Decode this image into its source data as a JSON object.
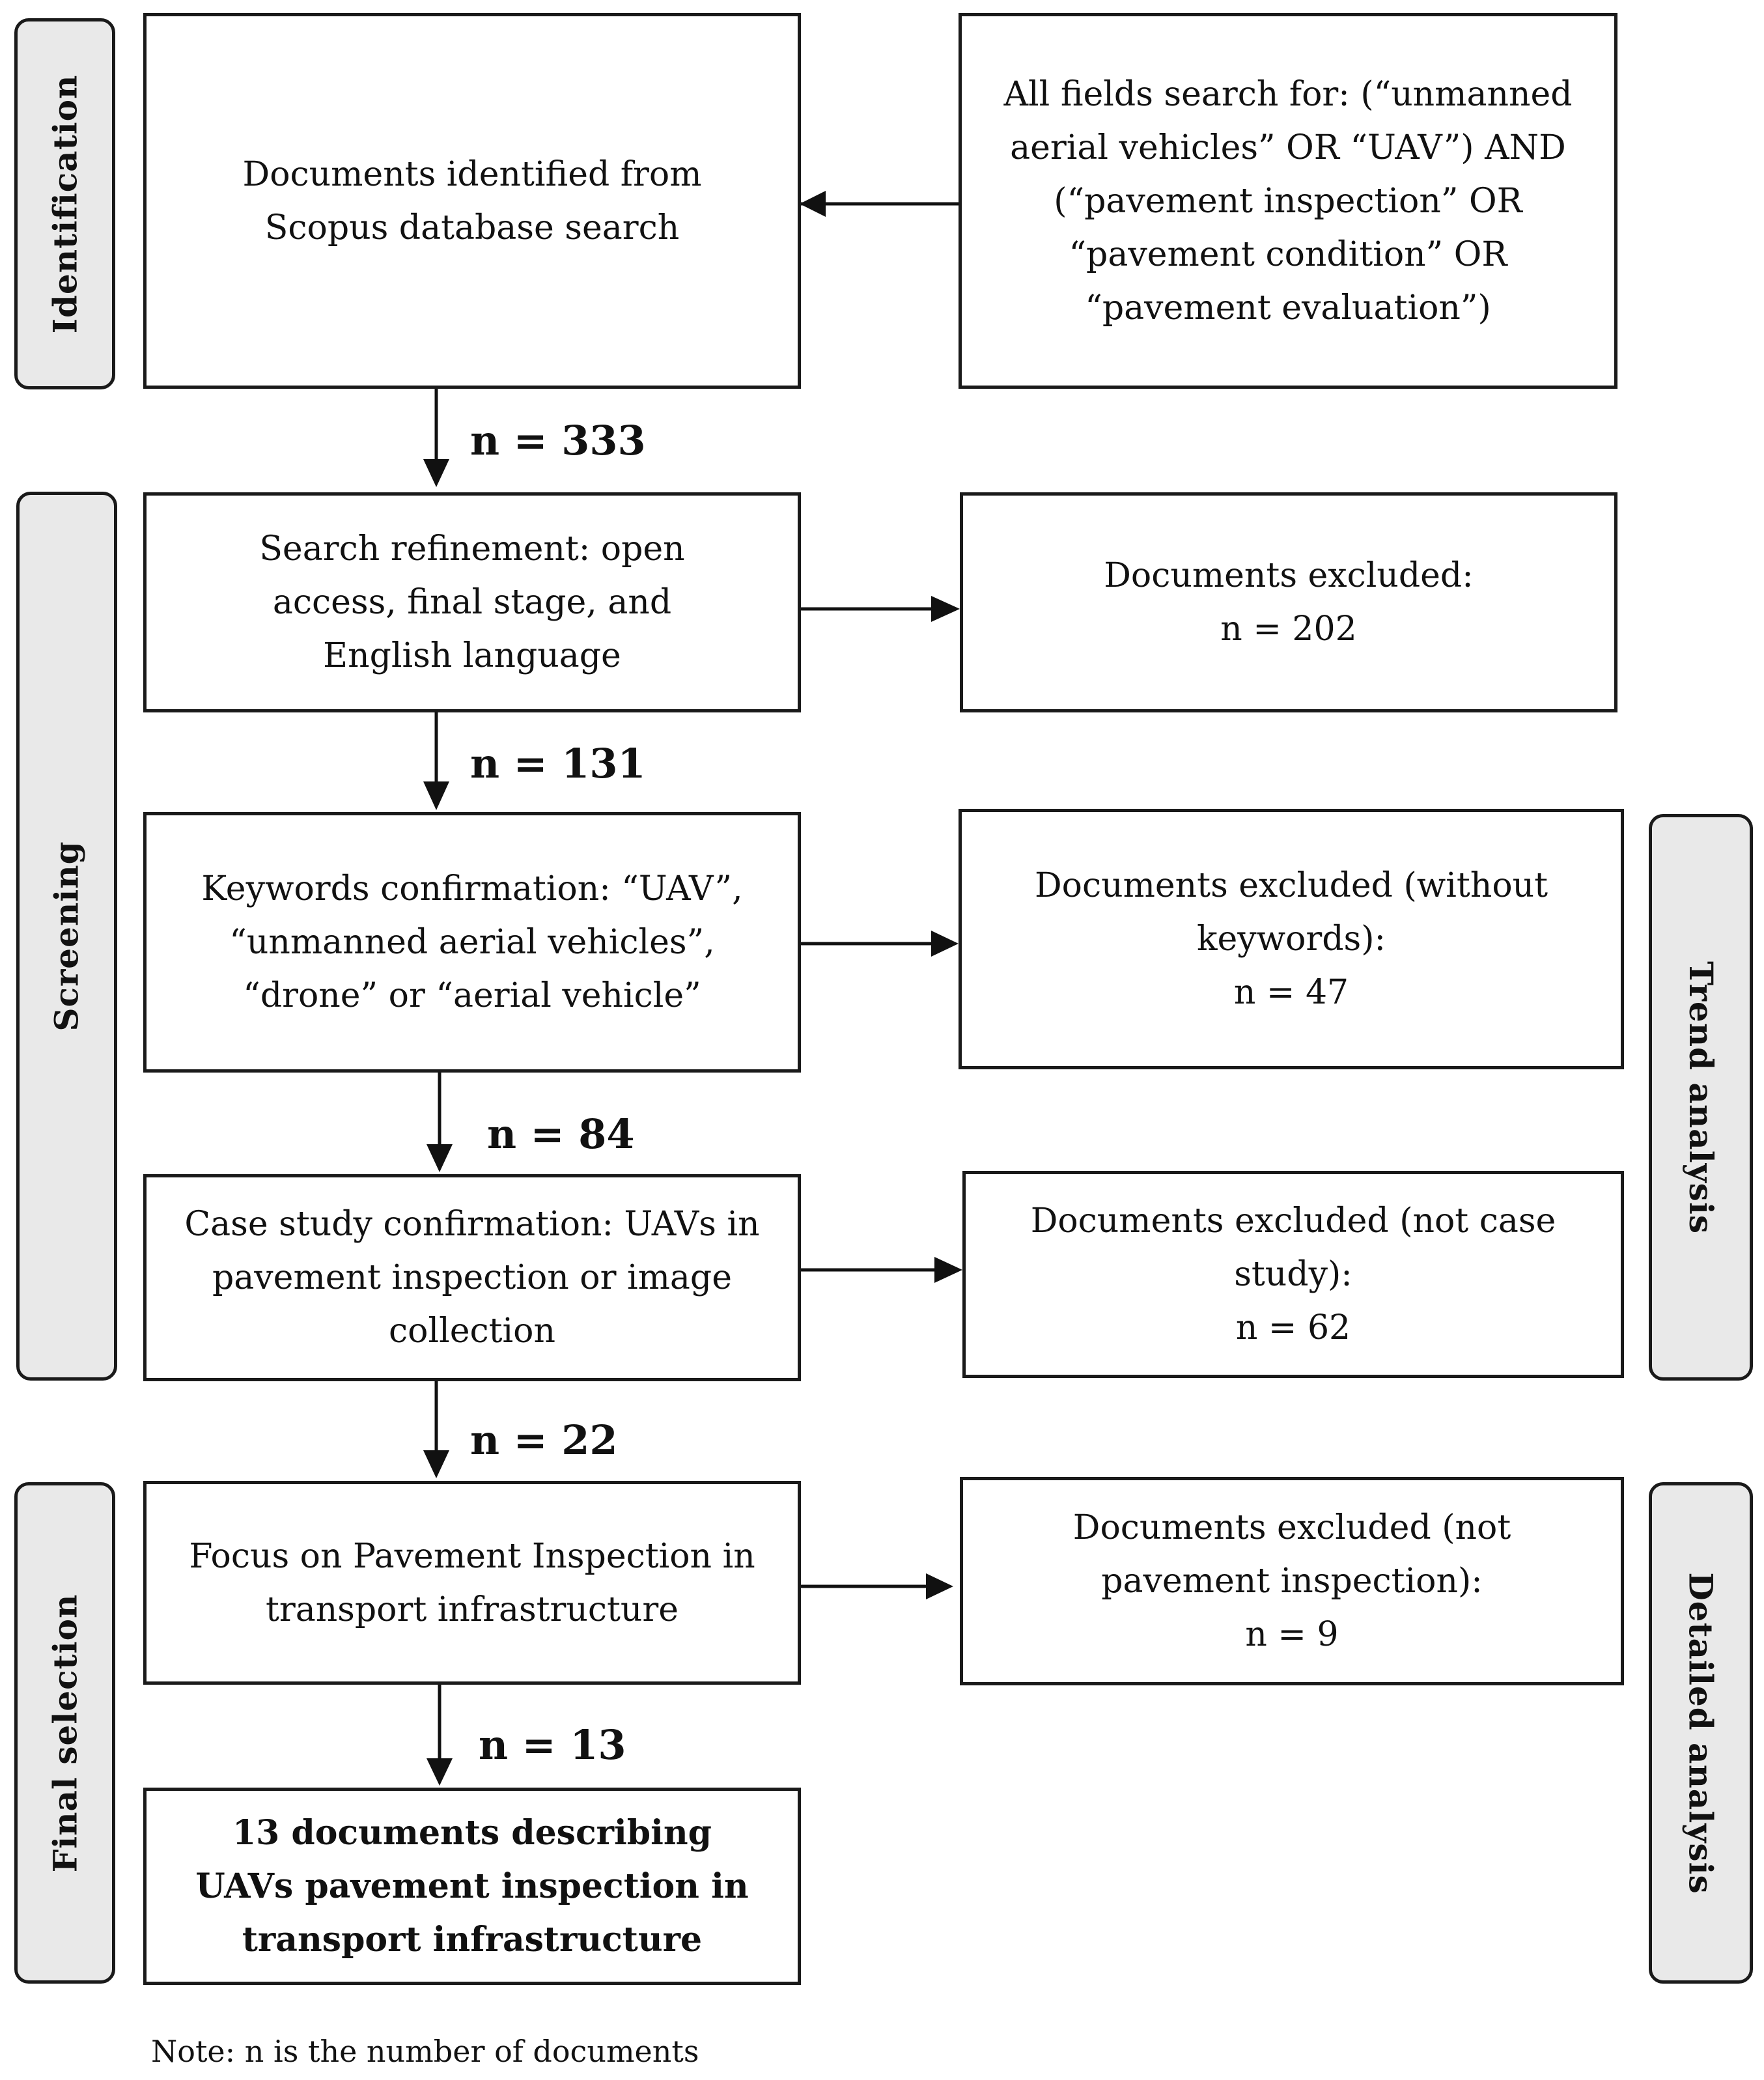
{
  "stages": {
    "identification": "Identification",
    "screening": "Screening",
    "final_selection": "Final selection"
  },
  "analysis": {
    "trend": "Trend analysis",
    "detailed": "Detailed analysis"
  },
  "main_boxes": {
    "identified": "Documents identified from Scopus database search",
    "refinement": "Search refinement: open access, final stage, and English language",
    "keywords": "Keywords confirmation: “UAV”, “unmanned aerial vehicles”, “drone” or “aerial vehicle”",
    "case_study": "Case study confirmation: UAVs in pavement inspection or image collection",
    "focus": "Focus on Pavement Inspection in transport infrastructure",
    "final": "13 documents describing UAVs pavement inspection in transport infrastructure"
  },
  "side_boxes": {
    "search_query": "All fields search for: (“unmanned aerial vehicles” OR “UAV”) AND (“pavement inspection” OR “pavement condition” OR “pavement evaluation”)",
    "excluded_1": [
      "Documents excluded:",
      "n = 202"
    ],
    "excluded_2": [
      "Documents excluded (without keywords):",
      "n = 47"
    ],
    "excluded_3": [
      "Documents excluded (not case study):",
      "n = 62"
    ],
    "excluded_4": [
      "Documents excluded (not pavement inspection):",
      "n = 9"
    ]
  },
  "counts": {
    "c1": "n = 333",
    "c2": "n = 131",
    "c3": "n = 84",
    "c4": "n = 22",
    "c5": "n = 13"
  },
  "note": "Note: n is the number of documents"
}
